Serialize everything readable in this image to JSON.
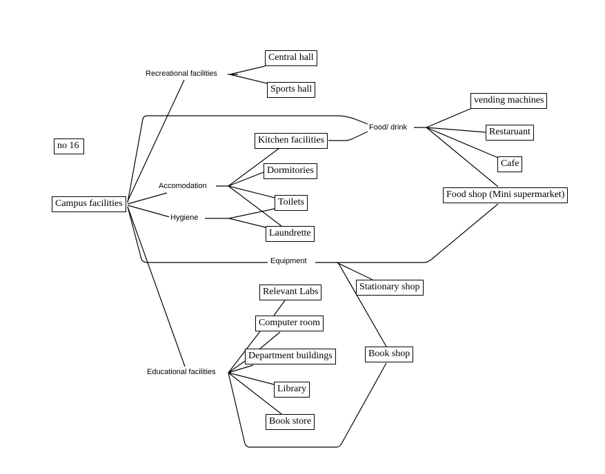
{
  "root": "Campus facilities",
  "note": "no 16",
  "categories": {
    "recreational": "Recreational facilities",
    "accommodation": "Accomodation",
    "hygiene": "Hygiene",
    "food": "Food/ drink",
    "equipment": "Equipment",
    "educational": "Educational facilities"
  },
  "nodes": {
    "central_hall": "Central hall",
    "sports_hall": "Sports hall",
    "kitchen": "Kitchen facilities",
    "dormitories": "Dormitories",
    "toilets": "Toilets",
    "laundrette": "Laundrette",
    "vending": "vending machines",
    "restaurant": "Restaruant",
    "cafe": "Cafe",
    "food_shop": "Food shop (Mini supermarket)",
    "stationary_shop": "Stationary shop",
    "book_shop": "Book shop",
    "relevant_labs": "Relevant Labs",
    "computer_room": "Computer room",
    "department_buildings": "Department buildings",
    "library": "Library",
    "book_store": "Book store"
  }
}
